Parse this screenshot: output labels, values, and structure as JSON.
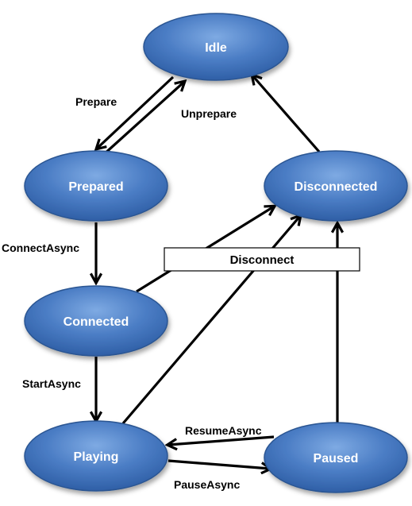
{
  "colors": {
    "state_fill_light": "#6e9edb",
    "state_fill_dark": "#2f5fa6",
    "state_stroke": "#2a5592",
    "state_text": "#ffffff",
    "arrow": "#000000",
    "box_border": "#000000"
  },
  "states": {
    "idle": "Idle",
    "prepared": "Prepared",
    "disconnected": "Disconnected",
    "connected": "Connected",
    "playing": "Playing",
    "paused": "Paused"
  },
  "transitions": {
    "prepare": "Prepare",
    "unprepare": "Unprepare",
    "connect_async": "ConnectAsync",
    "start_async": "StartAsync",
    "resume_async": "ResumeAsync",
    "pause_async": "PauseAsync",
    "disconnect": "Disconnect"
  }
}
